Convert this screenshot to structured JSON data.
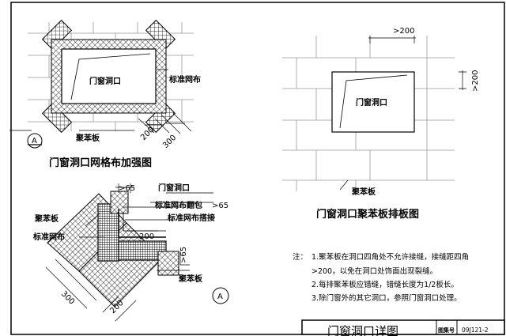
{
  "fig1": {
    "opening_label": "门窗洞口",
    "mesh_label": "标准网布",
    "board_label": "聚苯板",
    "dim_200": "200",
    "dim_300": "300",
    "section_marker": "A",
    "title": "门窗洞口网格布加强图"
  },
  "fig2": {
    "dim_top": ">200",
    "dim_right": ">200",
    "opening_label": "门窗洞口",
    "board_label": "聚苯板",
    "title": "门窗洞口聚苯板排板图"
  },
  "detail": {
    "dim_65_top": ">65",
    "opening_label": "门窗洞口",
    "wrap_label": "标准网布翻包",
    "dim_65_right": ">65",
    "lap_label": "标准网布搭接",
    "board_label_left": "聚苯板",
    "mesh_label": "标准网布",
    "dim_200_mid": "200",
    "dim_65_side": ">65",
    "board_label_right": "聚苯板",
    "dim_300": "300",
    "dim_200": "200",
    "marker": "A"
  },
  "notes": {
    "prefix": "注：",
    "items": [
      "1.聚苯板在洞口四角处不允许接缝，接缝距四角",
      ">200，以免在洞口处饰面出现裂缝。",
      "2.每排聚苯板应错缝，错缝长度为1/2板长。",
      "3.除门窗外的其它洞口，参照门窗洞口处理。"
    ]
  },
  "title_block": {
    "title": "门窗洞口详图",
    "atlas_label": "图集号",
    "atlas_no": "09J121-2"
  }
}
